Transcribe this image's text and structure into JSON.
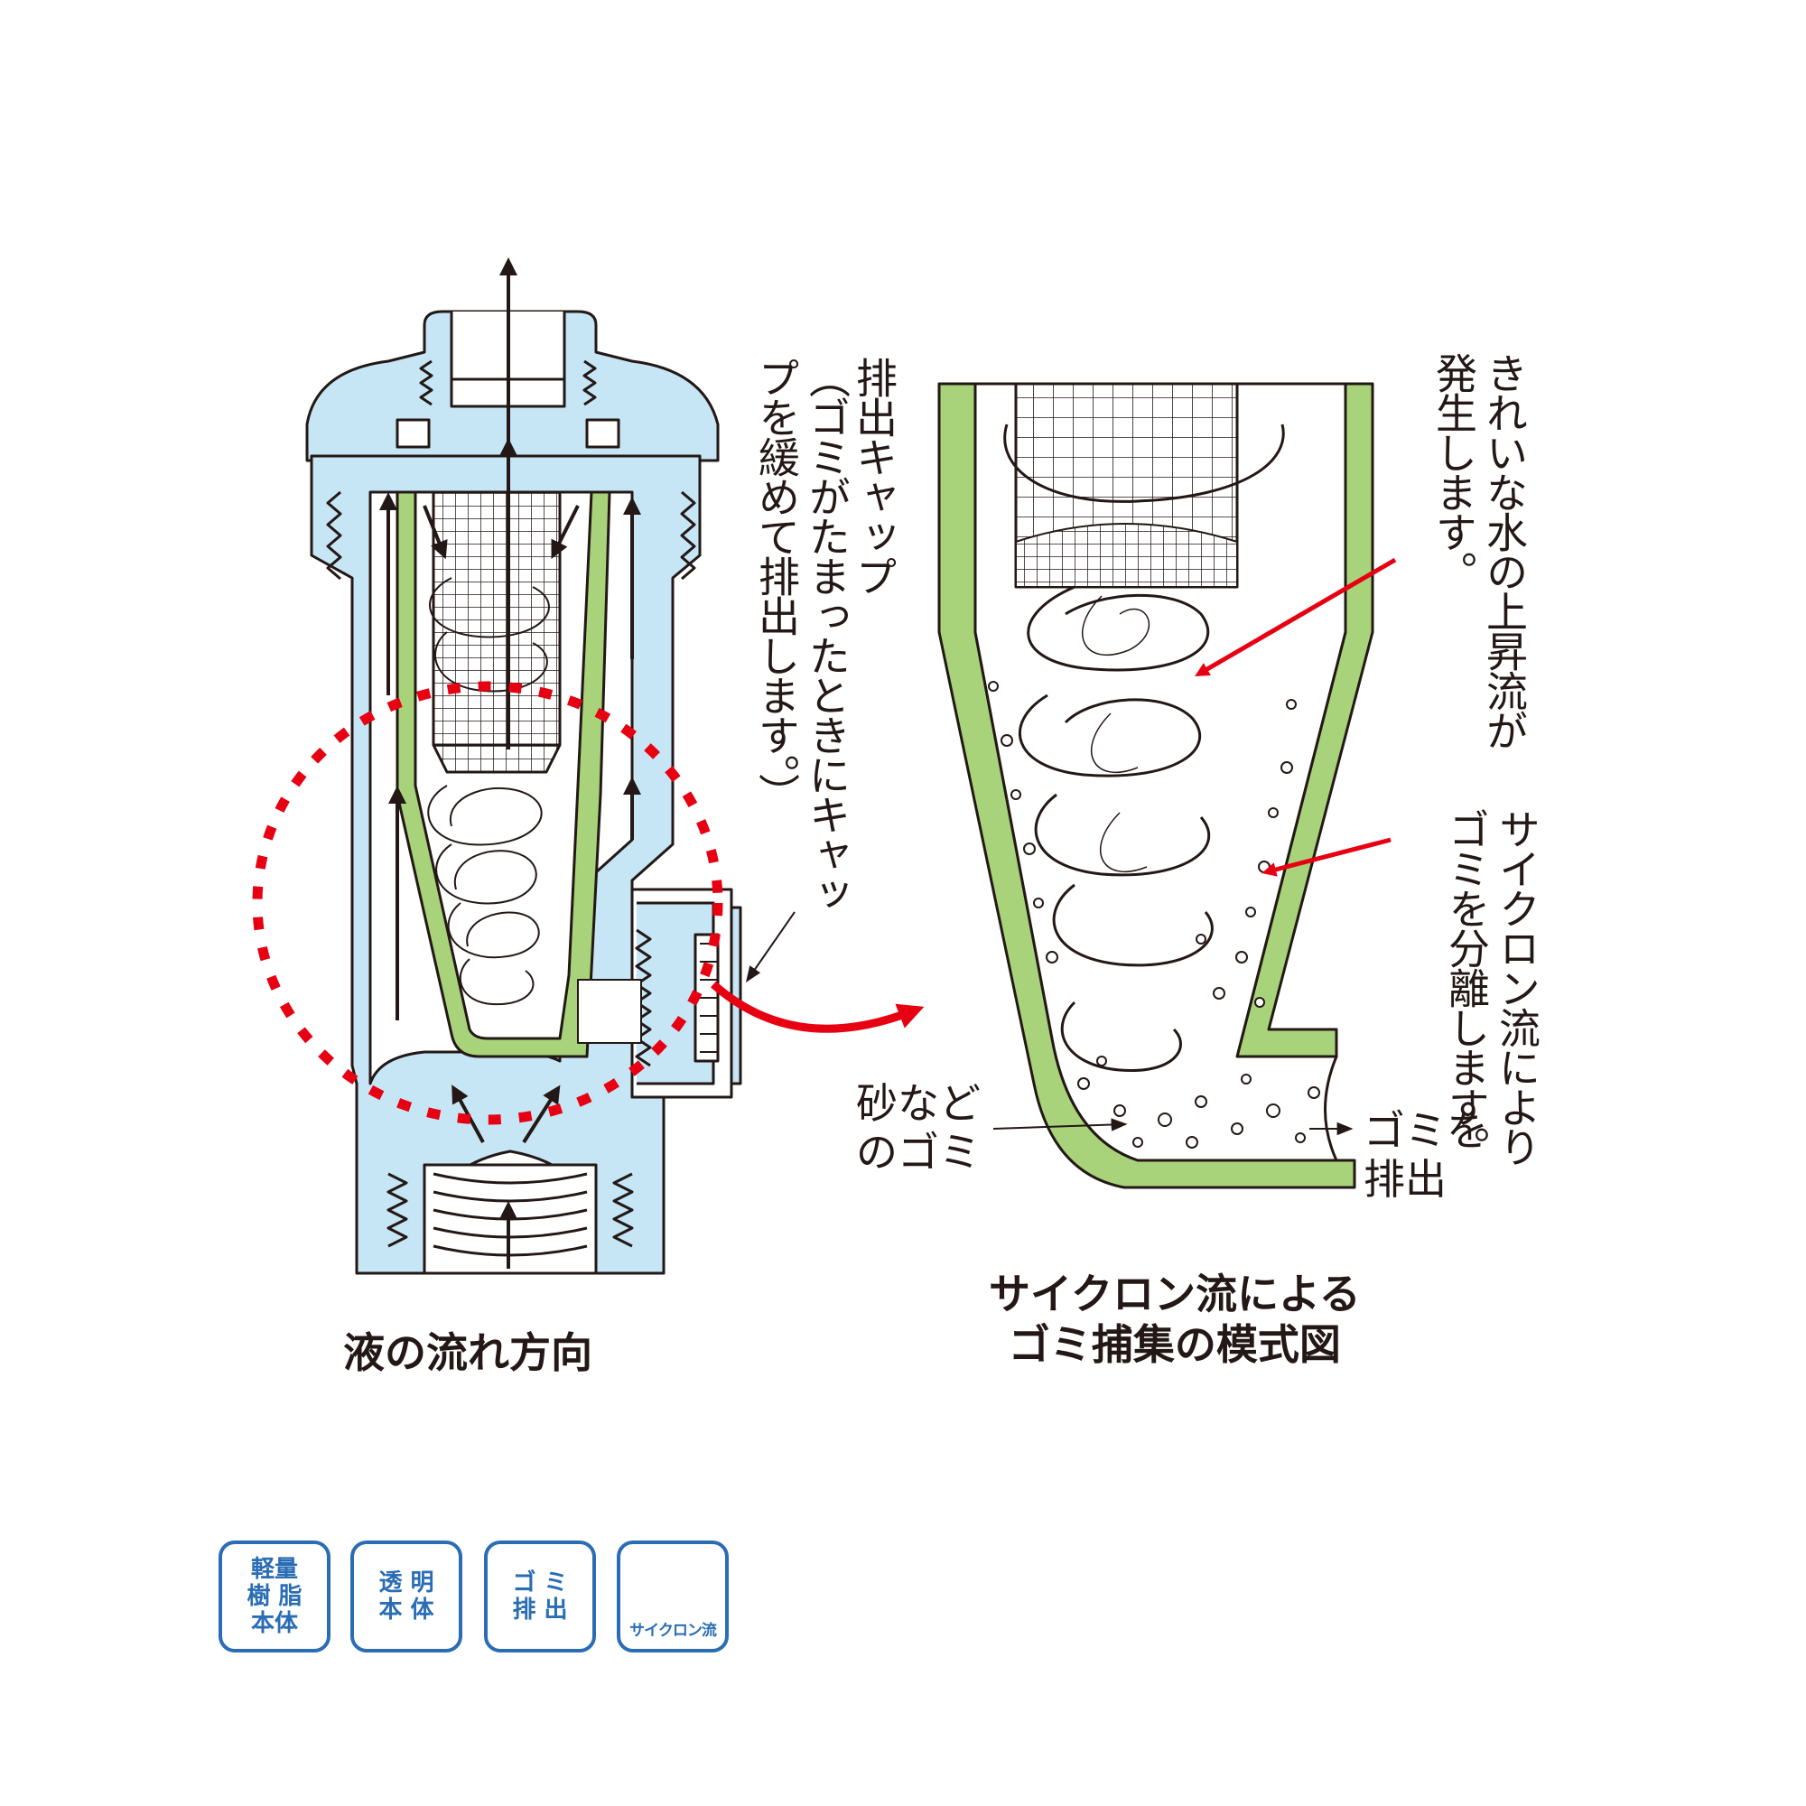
{
  "labels": {
    "discharge_cap": "排出キャップ",
    "discharge_cap_note": "（ゴミがたまったときにキャップを緩めて排出します。）",
    "clean_upflow": "きれいな水の上昇流が発生します。",
    "cyclone_separation": "サイクロン流によりゴミを分離します。",
    "sand_debris_line1": "砂など",
    "sand_debris_line2": "のゴミ",
    "discharge_debris_line1": "ゴミを",
    "discharge_debris_line2": "排出"
  },
  "captions": {
    "flow_direction": "液の流れ方向",
    "schematic_line1": "サイクロン流による",
    "schematic_line2": "ゴミ捕集の模式図"
  },
  "badges": [
    {
      "text": "軽量\n樹 脂\n本体"
    },
    {
      "text": "透 明\n本 体"
    },
    {
      "text": "ゴ ミ\n排 出"
    },
    {
      "text": "サイクロン流",
      "icon": "cyclone-spiral-icon"
    }
  ],
  "colors": {
    "body_blue": "#c6e5f5",
    "outline": "#231815",
    "inner_green": "#a8d37a",
    "highlight_red": "#e60012",
    "badge_blue": "#2a6db5"
  }
}
